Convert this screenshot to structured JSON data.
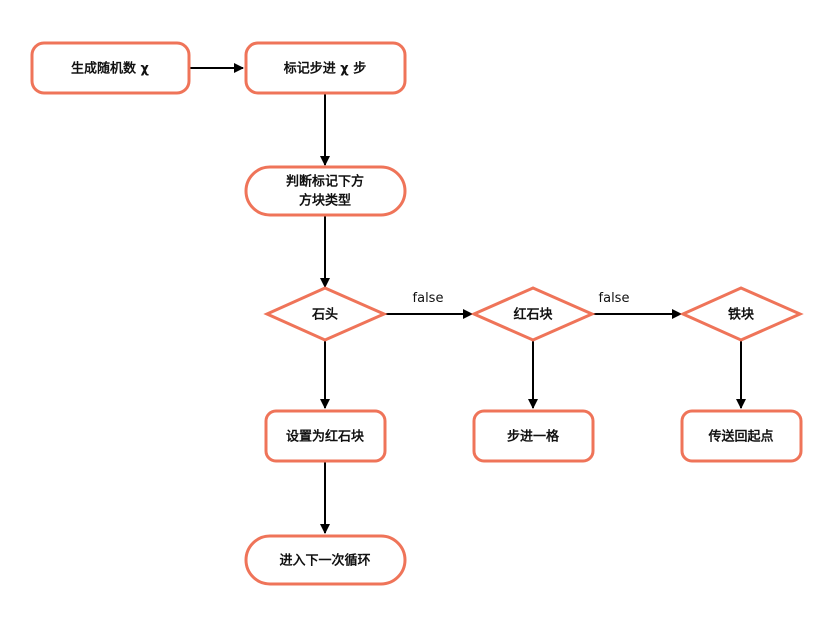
{
  "nodes": {
    "generate": "生成随机数 χ",
    "mark_step": "标记步进 χ 步",
    "judge_line1": "判断标记下方",
    "judge_line2": "方块类型",
    "stone": "石头",
    "redstone": "红石块",
    "iron": "铁块",
    "set_redstone": "设置为红石块",
    "step_one": "步进一格",
    "return_start": "传送回起点",
    "next_loop": "进入下一次循环"
  },
  "edges": {
    "stone_to_redstone_label": "false",
    "redstone_to_iron_label": "false"
  },
  "colors": {
    "node_stroke": "#ef7459",
    "arrow": "#000000"
  }
}
